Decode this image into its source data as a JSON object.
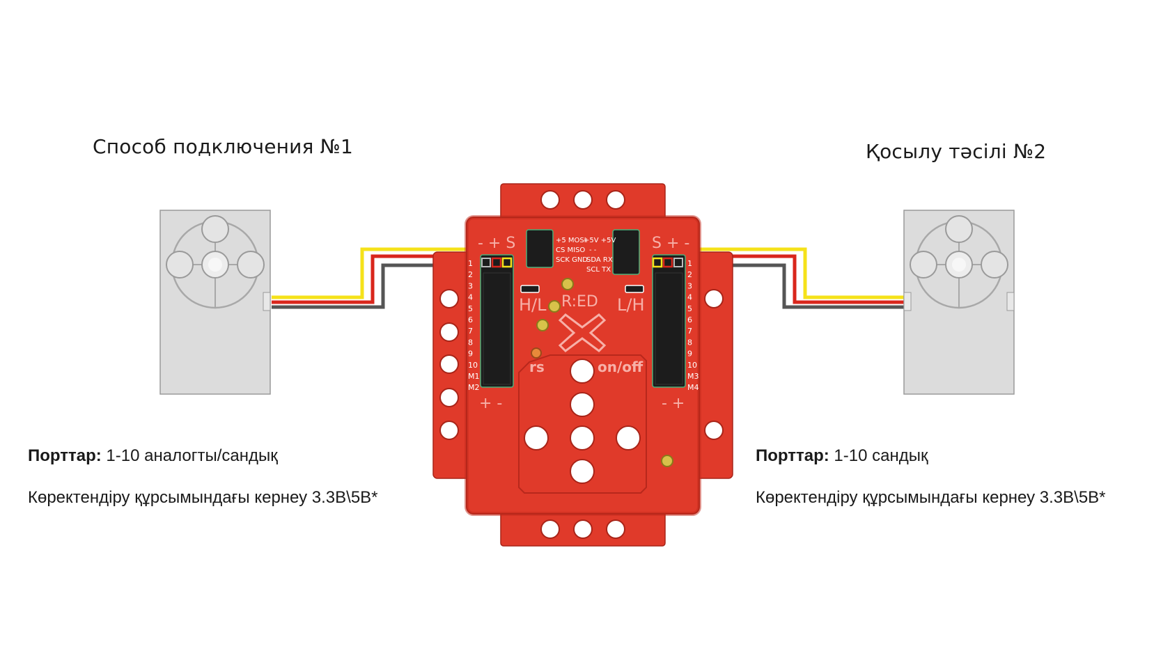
{
  "left": {
    "title": "Способ подключения №1",
    "ports_label": "Порттар:",
    "ports_value": " 1-10 аналогты/сандық",
    "voltage_text": "Көректендіру құрсымындағы кернеу 3.3В\\5В*"
  },
  "right": {
    "title": "Қосылу тәсілі №2",
    "ports_label": "Порттар:",
    "ports_value": " 1-10 сандық",
    "voltage_text": "Көректендіру құрсымындағы кернеу 3.3В\\5В*"
  },
  "board": {
    "top_left_polarity": "- + S",
    "top_right_polarity": "S + -",
    "bottom_left_polarity": "+ -",
    "bottom_right_polarity": "- +",
    "spi_labels": [
      "+5 MOSI",
      "CS MISO",
      "SCK GND"
    ],
    "i2c_labels": [
      "+5V +5V",
      "-    -",
      "SDA RX",
      "SCL TX"
    ],
    "left_pins": [
      "1",
      "2",
      "3",
      "4",
      "5",
      "6",
      "7",
      "8",
      "9",
      "10",
      "M1",
      "M2"
    ],
    "right_pins": [
      "1",
      "2",
      "3",
      "4",
      "5",
      "6",
      "7",
      "8",
      "9",
      "10",
      "M3",
      "M4"
    ],
    "switch_left": "H/L",
    "switch_right": "L/H",
    "logo": "R:ED",
    "reset_label": "rs",
    "power_label": "on/off"
  },
  "colors": {
    "board": "#e03a2a",
    "board_dark": "#c42a1c",
    "header": "#1c1c1c",
    "wire_signal": "#f5e21a",
    "wire_power": "#d9261c",
    "wire_ground": "#555555",
    "sensor": "#dcdcdc"
  }
}
